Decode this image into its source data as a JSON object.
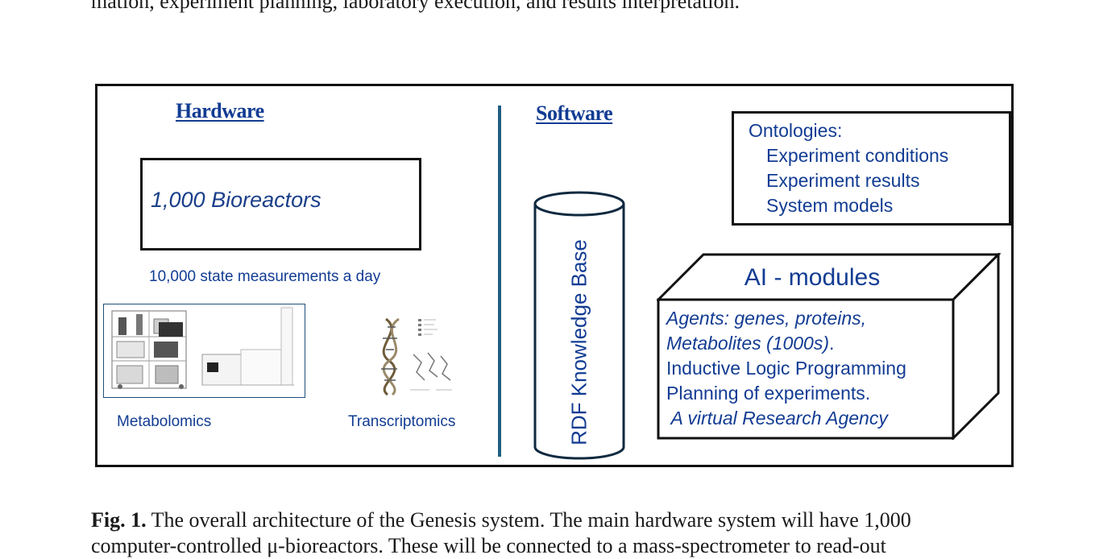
{
  "page": {
    "top_line": "mation, experiment planning, laboratory execution, and results interpretation."
  },
  "figure": {
    "hardware_heading": "Hardware",
    "software_heading": "Software",
    "bioreactors_label": "1,000 Bioreactors",
    "measurements_label": "10,000 state measurements a day",
    "metabolomics_label": "Metabolomics",
    "transcriptomics_label": "Transcriptomics",
    "knowledge_base_label": "RDF Knowledge Base",
    "ontologies": {
      "title": "Ontologies:",
      "items": [
        "Experiment conditions",
        "Experiment results",
        "System models"
      ]
    },
    "ai_modules": {
      "title": "AI - modules",
      "line_1": "Agents: genes, proteins,",
      "line_2": "Metabolites (1000s)",
      "line_2_punct": ".",
      "line_3": "Inductive Logic Programming",
      "line_4": "Planning of experiments.",
      "line_5": " A virtual Research Agency"
    }
  },
  "caption": {
    "label": "Fig. 1.",
    "line_1": "The overall architecture of the Genesis system. The main hardware system will have 1,000",
    "line_2": "computer-controlled μ-bioreactors. These will be connected to a mass-spectrometer to read-out"
  },
  "colors": {
    "accent_blue": "#123c93",
    "divider": "#1f5f82",
    "border": "#111111"
  }
}
